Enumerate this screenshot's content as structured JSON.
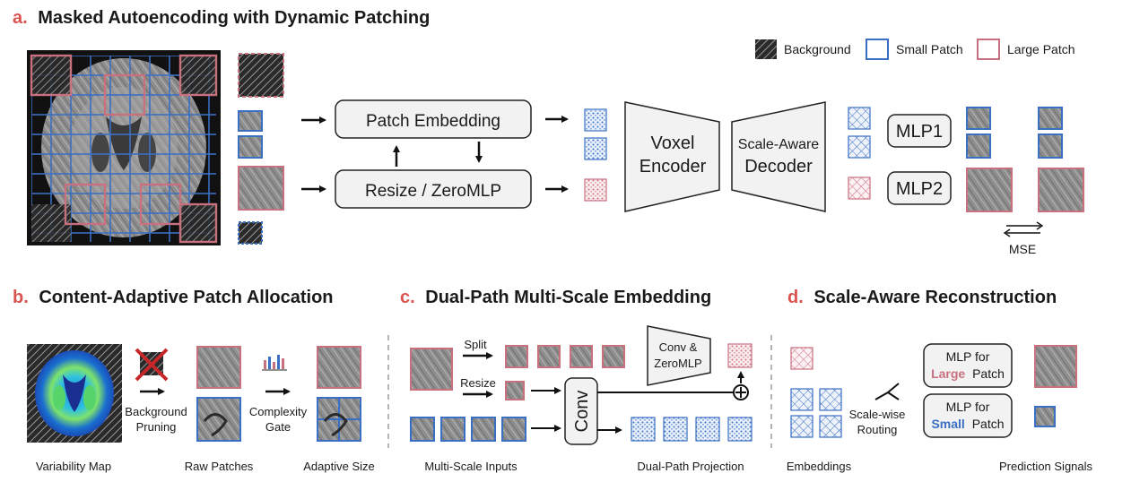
{
  "sections": {
    "a": {
      "letter": "a.",
      "title": "Masked Autoencoding with Dynamic Patching"
    },
    "b": {
      "letter": "b.",
      "title": "Content-Adaptive Patch Allocation"
    },
    "c": {
      "letter": "c.",
      "title": "Dual-Path Multi-Scale Embedding"
    },
    "d": {
      "letter": "d.",
      "title": "Scale-Aware Reconstruction"
    }
  },
  "legend": {
    "background": "Background",
    "small": "Small Patch",
    "large": "Large Patch"
  },
  "panel_a": {
    "patch_embedding": "Patch Embedding",
    "resize": "Resize / ZeroMLP",
    "encoder_line1": "Voxel",
    "encoder_line2": "Encoder",
    "decoder_line1": "Scale-Aware",
    "decoder_line2": "Decoder",
    "mlp1": "MLP1",
    "mlp2": "MLP2",
    "mse": "MSE"
  },
  "panel_b": {
    "bg_pruning_1": "Background",
    "bg_pruning_2": "Pruning",
    "complexity_1": "Complexity",
    "complexity_2": "Gate",
    "caption_variability": "Variability Map",
    "caption_raw": "Raw Patches",
    "caption_adaptive": "Adaptive Size"
  },
  "panel_c": {
    "split": "Split",
    "resize": "Resize",
    "conv": "Conv",
    "conv_zero_1": "Conv &",
    "conv_zero_2": "ZeroMLP",
    "caption_inputs": "Multi-Scale Inputs",
    "caption_projection": "Dual-Path Projection"
  },
  "panel_d": {
    "routing_1": "Scale-wise",
    "routing_2": "Routing",
    "mlp_large_prefix": "MLP for",
    "mlp_large_word": "Large",
    "mlp_small_word": "Small",
    "patch_word": "Patch",
    "caption_embeddings": "Embeddings",
    "caption_prediction": "Prediction Signals"
  },
  "colors": {
    "blue": "#3b6fc4",
    "pink": "#c8707e",
    "accent": "#d9534f",
    "box_fill": "#f2f2f2"
  }
}
